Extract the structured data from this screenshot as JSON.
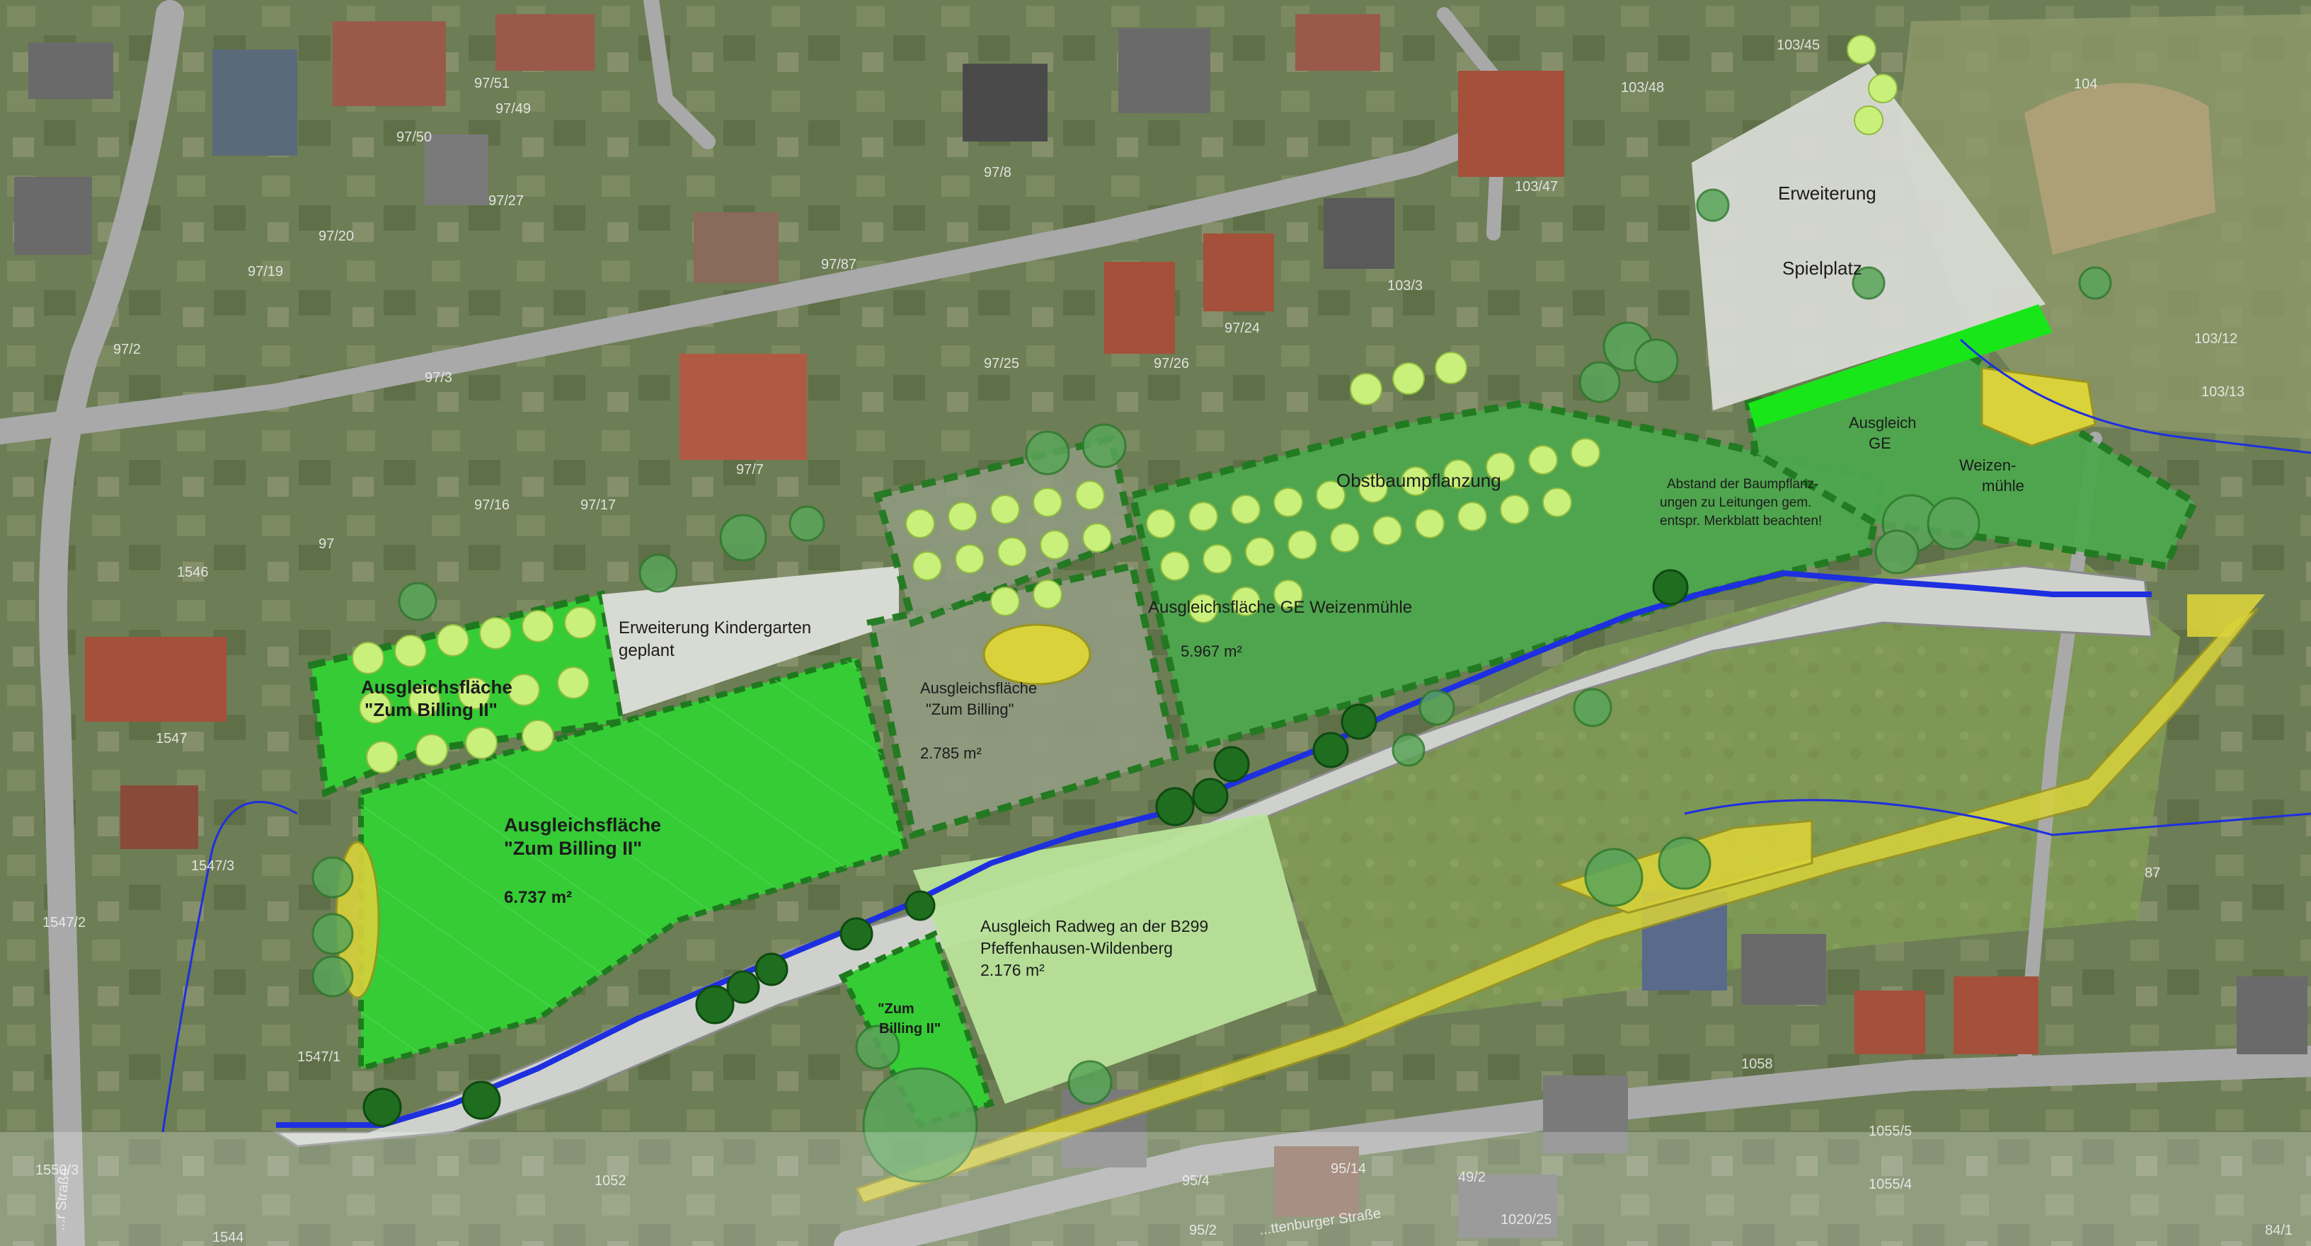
{
  "map": {
    "areas": {
      "billing2_upper": {
        "line1": "Ausgleichsfläche",
        "line2": "\"Zum Billing II\""
      },
      "billing2_main": {
        "line1": "Ausgleichsfläche",
        "line2": "\"Zum Billing II\"",
        "area": "6.737 m²"
      },
      "kindergarten": {
        "line1": "Erweiterung Kindergarten",
        "line2": "geplant"
      },
      "billing": {
        "line1": "Ausgleichsfläche",
        "line2": "\"Zum Billing\"",
        "area": "2.785 m²"
      },
      "ge_weizenmuehle": {
        "label": "Ausgleichsfläche GE Weizenmühle",
        "area": "5.967 m²"
      },
      "obstbaum": {
        "label": "Obstbaumpflanzung"
      },
      "note": {
        "line1": "Abstand der Baumpflanz-",
        "line2": "ungen zu Leitungen gem.",
        "line3": "entspr. Merkblatt beachten!"
      },
      "ausgleich_ge": {
        "line1": "Ausgleich",
        "line2": "GE",
        "line3": "Weizen-",
        "line4": "mühle"
      },
      "spielplatz": {
        "line1": "Erweiterung",
        "line2": "Spielplatz"
      },
      "radweg": {
        "line1": "Ausgleich Radweg an der B299",
        "line2": "Pfeffenhausen-Wildenberg",
        "area": "2.176 m²"
      },
      "billing2_small": {
        "line1": "\"Zum",
        "line2": "Billing II\""
      }
    },
    "parcels": [
      "97/51",
      "97/50",
      "97/49",
      "97/20",
      "97/19",
      "97/27",
      "97/87",
      "97/8",
      "97/3",
      "97/2",
      "97/25",
      "97/26",
      "97/16",
      "97/17",
      "97/7",
      "97",
      "97/24",
      "103/45",
      "103/47",
      "103/48",
      "103/3",
      "103/12",
      "103/13",
      "104",
      "1547",
      "1547/3",
      "1547/2",
      "1547/1",
      "1546",
      "1550/3",
      "1544",
      "1052",
      "95/4",
      "95/14",
      "95/2",
      "49/2",
      "1020/25",
      "1055/4",
      "1055/5",
      "1058",
      "87",
      "84/1"
    ],
    "streets": {
      "lower_street": "...ttenburger Straße",
      "left_street": "...r Straße"
    },
    "colors": {
      "bright_green": "#35cc35",
      "medium_green": "#7ccc5e",
      "dark_green": "#2f8f2f",
      "light_green": "#b9e39a",
      "grey_area": "#cfd2cc",
      "yellow": "#d9d23a",
      "stream": "#1e2fe0",
      "tree_light": "#c9f07a",
      "tree_dark": "#1f6e20"
    }
  }
}
